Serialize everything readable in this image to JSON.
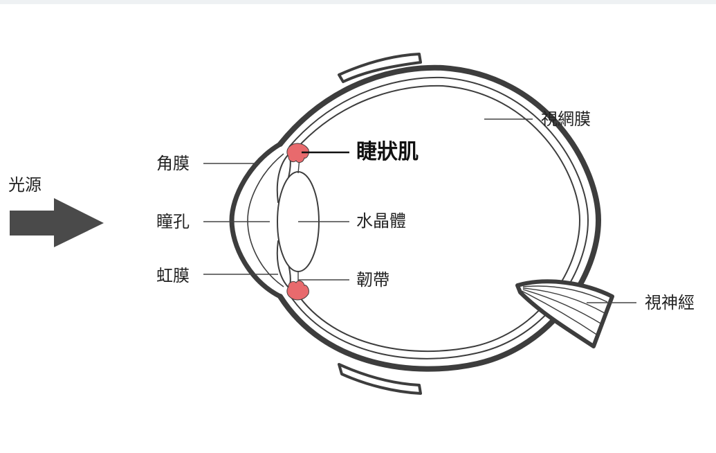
{
  "labels": {
    "light_source": "光源",
    "cornea": "角膜",
    "ciliary_muscle": "睫狀肌",
    "retina": "視網膜",
    "pupil": "瞳孔",
    "lens": "水晶體",
    "iris": "虹膜",
    "zonule": "韌帶",
    "optic_nerve": "視神經"
  },
  "colors": {
    "outline": "#3d3d3d",
    "arrow": "#4a4a4a",
    "ciliary": "#e86a6d",
    "leader": "#444444"
  }
}
